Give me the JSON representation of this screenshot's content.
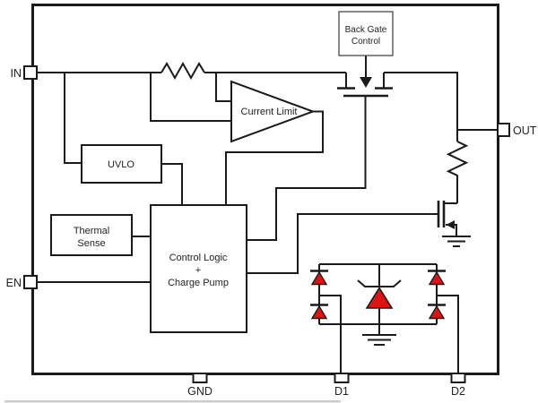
{
  "diagram": {
    "type": "power-switch-functional-block-diagram",
    "background_color": "#ffffff",
    "line_color": "#1a1a1a",
    "diode_fill_color": "#e01212"
  },
  "pins": {
    "in": "IN",
    "en": "EN",
    "out": "OUT",
    "gnd": "GND",
    "d1": "D1",
    "d2": "D2"
  },
  "blocks": {
    "back_gate": {
      "lines": [
        "Back Gate",
        "Control"
      ]
    },
    "current_limit": {
      "label": "Current Limit"
    },
    "uvlo": {
      "label": "UVLO"
    },
    "thermal": {
      "lines": [
        "Thermal",
        "Sense"
      ]
    },
    "control_logic": {
      "lines": [
        "Control Logic",
        "+",
        "Charge Pump"
      ]
    }
  }
}
